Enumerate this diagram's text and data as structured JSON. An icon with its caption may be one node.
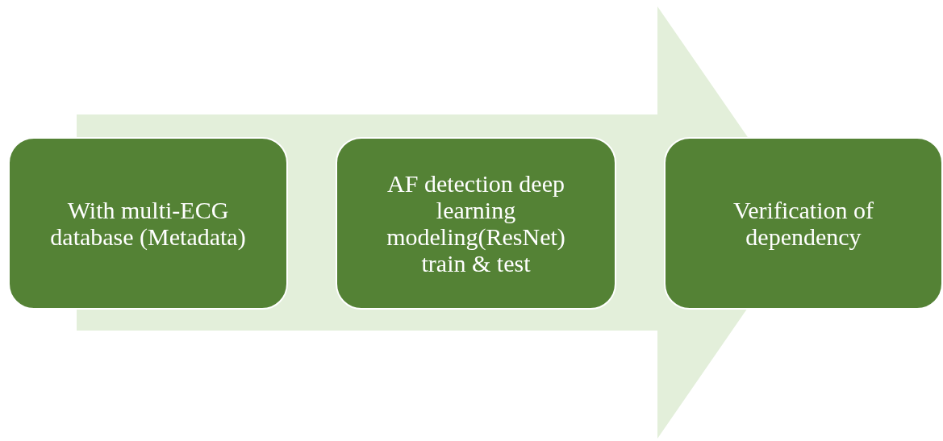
{
  "diagram": {
    "nodes": [
      {
        "text": [
          "With multi-ECG database (Metadata)"
        ]
      },
      {
        "text": [
          "AF detection deep learning modeling(ResNet) train & test"
        ]
      },
      {
        "text": [
          "Verification of dependency"
        ]
      }
    ],
    "edges": [
      {
        "from": 0,
        "to": 2,
        "arrow": "to"
      }
    ]
  }
}
